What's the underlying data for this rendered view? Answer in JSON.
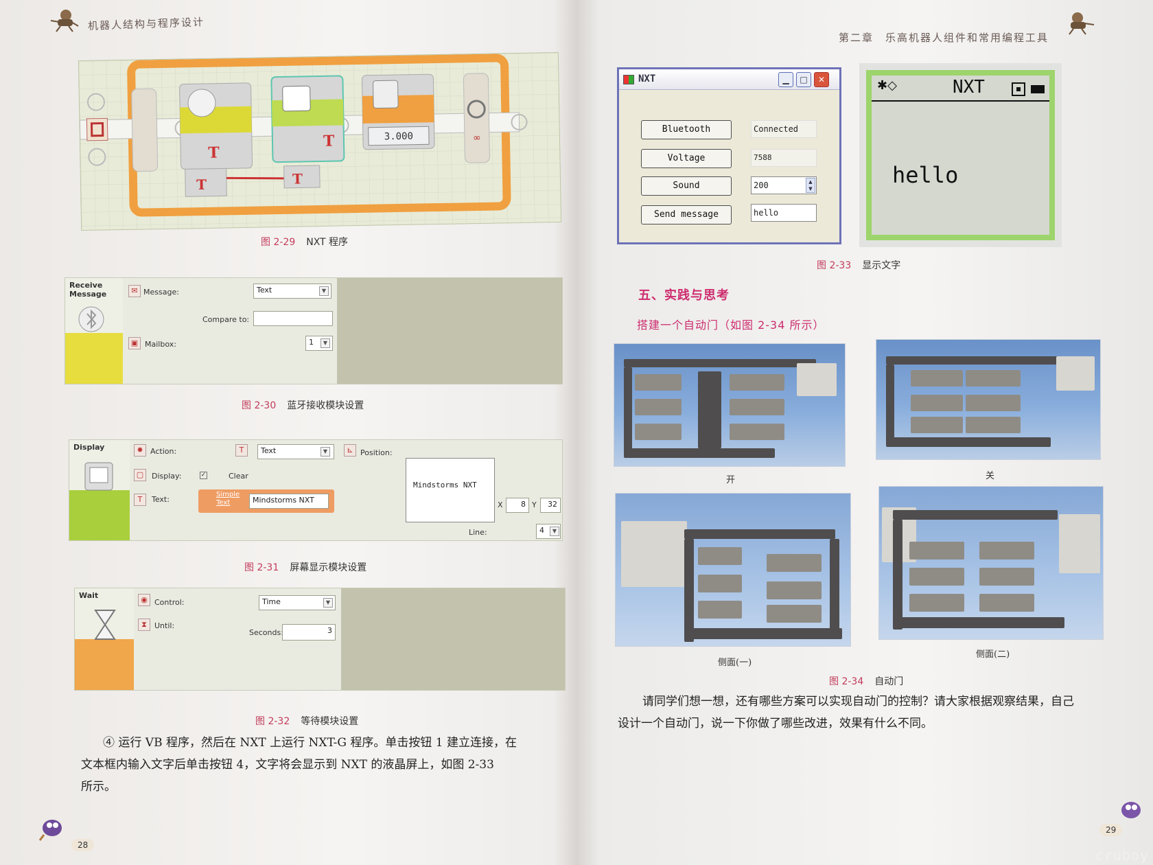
{
  "left_page": {
    "header": "机器人结构与程序设计",
    "page_number": "28",
    "figures": [
      {
        "num": "图 2-29",
        "title": "NXT 程序",
        "wait_value": "3.000"
      },
      {
        "num": "图 2-30",
        "title": "蓝牙接收模块设置"
      },
      {
        "num": "图 2-31",
        "title": "屏幕显示模块设置"
      },
      {
        "num": "图 2-32",
        "title": "等待模块设置"
      }
    ],
    "receive_panel": {
      "title_l1": "Receive",
      "title_l2": "Message",
      "message_label": "Message:",
      "message_value": "Text",
      "compare_label": "Compare to:",
      "compare_value": "",
      "mailbox_label": "Mailbox:",
      "mailbox_value": "1"
    },
    "display_panel": {
      "title": "Display",
      "action_label": "Action:",
      "action_value": "Text",
      "display_label": "Display:",
      "clear_label": "Clear",
      "text_label": "Text:",
      "simple_text_l1": "Simple",
      "simple_text_l2": "Text",
      "text_value": "Mindstorms NXT",
      "position_label": "Position:",
      "preview_text": "Mindstorms NXT",
      "x_label": "X",
      "x_value": "8",
      "y_label": "Y",
      "y_value": "32",
      "line_label": "Line:",
      "line_value": "4"
    },
    "wait_panel": {
      "title": "Wait",
      "control_label": "Control:",
      "control_value": "Time",
      "until_label": "Until:",
      "seconds_label": "Seconds:",
      "seconds_value": "3"
    },
    "body_lines": [
      "④ 运行 VB 程序，然后在 NXT 上运行 NXT-G 程序。单击按钮 1 建立连接，在",
      "文本框内输入文字后单击按钮 4，文字将会显示到 NXT 的液晶屏上，如图 2-33",
      "所示。"
    ]
  },
  "right_page": {
    "header": "第二章　乐高机器人组件和常用编程工具",
    "page_number": "29",
    "nxt_window": {
      "title": "NXT",
      "btn_bluetooth": "Bluetooth",
      "btn_voltage": "Voltage",
      "btn_sound": "Sound",
      "btn_send": "Send message",
      "status_value": "Connected",
      "voltage_value": "7588",
      "sound_value": "200",
      "message_value": "hello"
    },
    "lcd": {
      "title": "NXT",
      "text": "hello"
    },
    "fig_2_33": {
      "num": "图 2-33",
      "title": "显示文字"
    },
    "section_title": "五、实践与思考",
    "task": "搭建一个自动门（如图 2-34 所示）",
    "photo_labels": [
      "开",
      "关",
      "侧面(一)",
      "侧面(二)"
    ],
    "fig_2_34": {
      "num": "图 2-34",
      "title": "自动门"
    },
    "body_lines": [
      "请同学们想一想，还有哪些方案可以实现自动门的控制？请大家根据观察结果，自己",
      "设计一个自动门，说一下你做了哪些改进，效果有什么不同。"
    ]
  },
  "watermark": "cruboy",
  "colors": {
    "caption_red": "#c23b5a",
    "section_pink": "#cd2c6e",
    "loop_orange": "#f0a040",
    "lcd_green": "#9dd46c"
  }
}
